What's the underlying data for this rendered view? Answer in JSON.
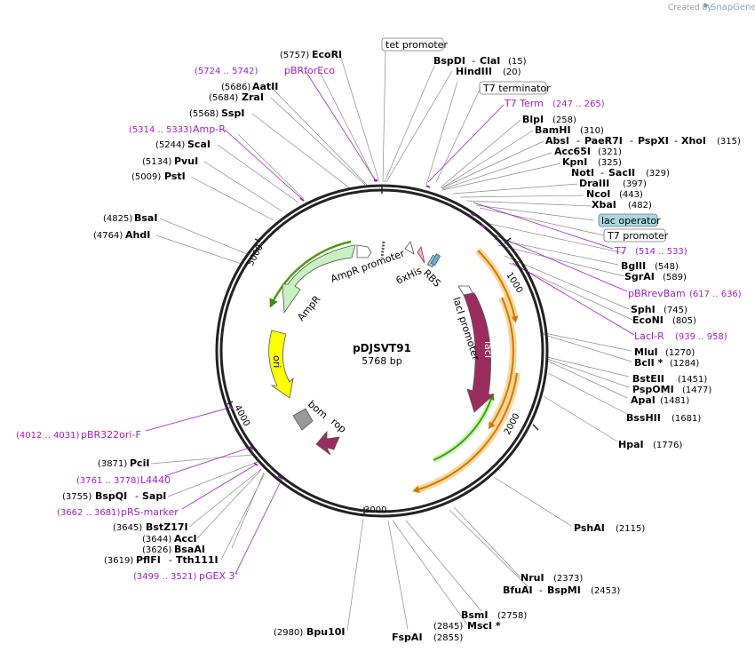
{
  "brand": {
    "prefix": "Created by",
    "name": "SnapGene"
  },
  "plasmid": {
    "name": "pDJSVT91",
    "size": "5768 bp"
  },
  "ticks": [
    "1000",
    "2000",
    "3000",
    "4000",
    "5000"
  ],
  "sites": {
    "ecori": {
      "pos": "(5757)",
      "name": "EcoRI"
    },
    "pbrforeco": {
      "range": "(5724 .. 5742)",
      "name": "pBRforEco"
    },
    "aatii": {
      "pos": "(5686)",
      "name": "AatII"
    },
    "zrai": {
      "pos": "(5684)",
      "name": "ZraI"
    },
    "sspi": {
      "pos": "(5568)",
      "name": "SspI"
    },
    "ampr_primer": {
      "range": "(5314 .. 5333)",
      "name": "Amp-R"
    },
    "scai": {
      "pos": "(5244)",
      "name": "ScaI"
    },
    "pvui": {
      "pos": "(5134)",
      "name": "PvuI"
    },
    "psti": {
      "pos": "(5009)",
      "name": "PstI"
    },
    "bsai": {
      "pos": "(4825)",
      "name": "BsaI"
    },
    "ahdi": {
      "pos": "(4764)",
      "name": "AhdI"
    },
    "pbr322ori": {
      "range": "(4012 .. 4031)",
      "name": "pBR322ori-F"
    },
    "pcii": {
      "pos": "(3871)",
      "name": "PciI"
    },
    "l4440": {
      "range": "(3761 .. 3778)",
      "name": "L4440"
    },
    "bspqi": {
      "pos": "(3755)",
      "name": "BspQI",
      "name2": "SapI"
    },
    "prs_marker": {
      "range": "(3662 .. 3681)",
      "name": "pRS-marker"
    },
    "bstz17i": {
      "pos": "(3645)",
      "name": "BstZ17I"
    },
    "acci": {
      "pos": "(3644)",
      "name": "AccI"
    },
    "bsaai": {
      "pos": "(3626)",
      "name": "BsaAI"
    },
    "pflfi": {
      "pos": "(3619)",
      "name": "PflFI",
      "name2": "Tth111I"
    },
    "pgex3": {
      "range": "(3499 .. 3521)",
      "name": "pGEX 3'"
    },
    "bpu10i": {
      "pos": "(2980)",
      "name": "Bpu10I"
    },
    "fspai": {
      "name": "FspAI"
    },
    "msci": {
      "pos": "(2845)",
      "name": "MscI *",
      "pos2": "(2855)"
    },
    "bsmi": {
      "name": "BsmI",
      "pos": "(2758)"
    },
    "bfuai": {
      "name": "BfuAI",
      "name2": "BspMI",
      "pos": "(2453)"
    },
    "nrui": {
      "name": "NruI",
      "pos": "(2373)"
    },
    "pshai": {
      "name": "PshAI",
      "pos": "(2115)"
    },
    "hpai": {
      "name": "HpaI",
      "pos": "(1776)"
    },
    "bsshii": {
      "name": "BssHII",
      "pos": "(1681)"
    },
    "apai": {
      "name": "ApaI",
      "pos": "(1481)"
    },
    "pspomi": {
      "name": "PspOMI",
      "pos": "(1477)"
    },
    "bsteii": {
      "name": "BstEII",
      "pos": "(1451)"
    },
    "bcli": {
      "name": "BclI *",
      "pos": "(1284)"
    },
    "mlui": {
      "name": "MluI",
      "pos": "(1270)"
    },
    "laci_r": {
      "name": "LacI-R",
      "range": "(939 .. 958)"
    },
    "econi": {
      "name": "EcoNI",
      "pos": "(805)"
    },
    "sphi": {
      "name": "SphI",
      "pos": "(745)"
    },
    "pbrrevbam": {
      "name": "pBRrevBam",
      "range": "(617 .. 636)"
    },
    "sgrai": {
      "name": "SgrAI",
      "pos": "(589)"
    },
    "bglii": {
      "name": "BglII",
      "pos": "(548)"
    },
    "t7_primer": {
      "name": "T7",
      "range": "(514 .. 533)"
    },
    "t7_promoter": {
      "name": "T7 promoter"
    },
    "lac_operator": {
      "name": "lac operator"
    },
    "xbai": {
      "name": "XbaI",
      "pos": "(482)"
    },
    "ncoi": {
      "name": "NcoI",
      "pos": "(443)"
    },
    "draiii": {
      "name": "DraIII",
      "pos": "(397)"
    },
    "noti": {
      "name": "NotI",
      "name2": "SacII",
      "pos": "(329)"
    },
    "kpni": {
      "name": "KpnI",
      "pos": "(325)"
    },
    "acc65i": {
      "name": "Acc65I",
      "pos": "(321)"
    },
    "absi": {
      "name": "AbsI",
      "name2": "PaeR7I",
      "name3": "PspXI",
      "name4": "XhoI",
      "pos": "(315)"
    },
    "bamhi": {
      "name": "BamHI",
      "pos": "(310)"
    },
    "blpi": {
      "name": "BlpI",
      "pos": "(258)"
    },
    "t7_term_primer": {
      "name": "T7 Term",
      "range": "(247 .. 265)"
    },
    "t7_terminator": {
      "name": "T7 terminator"
    },
    "hindiii": {
      "name": "HindIII",
      "pos": "(20)"
    },
    "bspdi": {
      "name": "BspDI",
      "name2": "ClaI",
      "pos": "(15)"
    },
    "tet_promoter": {
      "name": "tet promoter"
    }
  },
  "features": {
    "ampr_promoter": "AmpR promoter",
    "ampr": "AmpR",
    "ori": "ori",
    "bom": "bom",
    "rop": "rop",
    "his": "6xHis",
    "rbs": "RBS",
    "laci_promoter": "lacI promoter",
    "laci": "lacI"
  },
  "colors": {
    "ampr": "#c8f0c0",
    "ori": "#ffff00",
    "laci": "#9b2c60",
    "rop": "#9b2c60",
    "bom": "#999999",
    "primer": "#a020c0",
    "orf_orange": "#e08a10",
    "orf_green": "#4a9a10",
    "lac_operator_box": "#a8d8e0"
  }
}
